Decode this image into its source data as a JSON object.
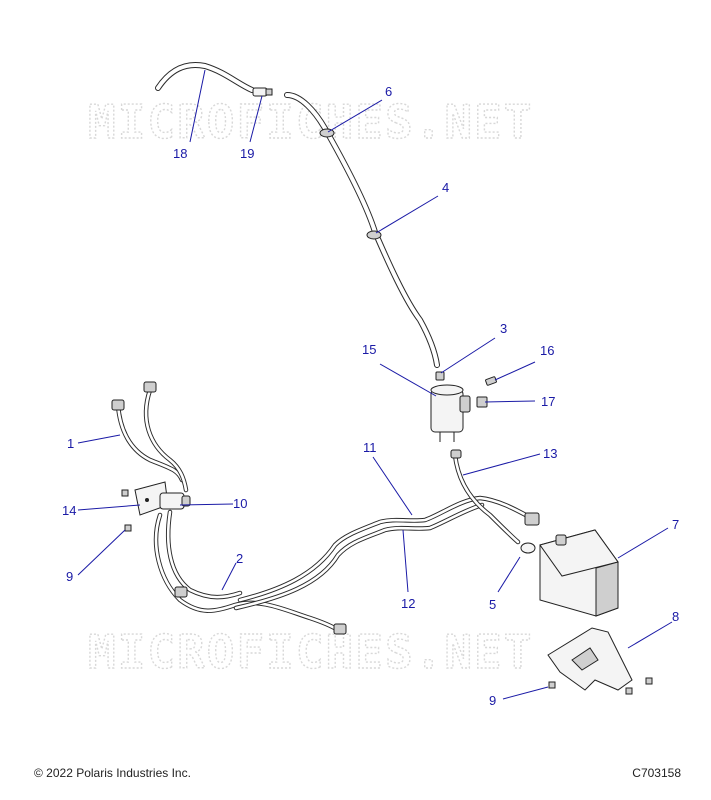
{
  "watermark": "MICROFICHES.NET",
  "footer": {
    "copyright": "© 2022 Polaris Industries Inc.",
    "figure_code": "C703158"
  },
  "callouts": {
    "c1": "1",
    "c2": "2",
    "c3": "3",
    "c4": "4",
    "c5": "5",
    "c6": "6",
    "c7": "7",
    "c8": "8",
    "c9a": "9",
    "c9b": "9",
    "c10": "10",
    "c11": "11",
    "c12": "12",
    "c13": "13",
    "c14": "14",
    "c15": "15",
    "c16": "16",
    "c17": "17",
    "c18": "18",
    "c19": "19"
  },
  "colors": {
    "callout": "#1a1aa6",
    "line_art": "#2b2b2b",
    "watermark": "#d8d8d8"
  }
}
